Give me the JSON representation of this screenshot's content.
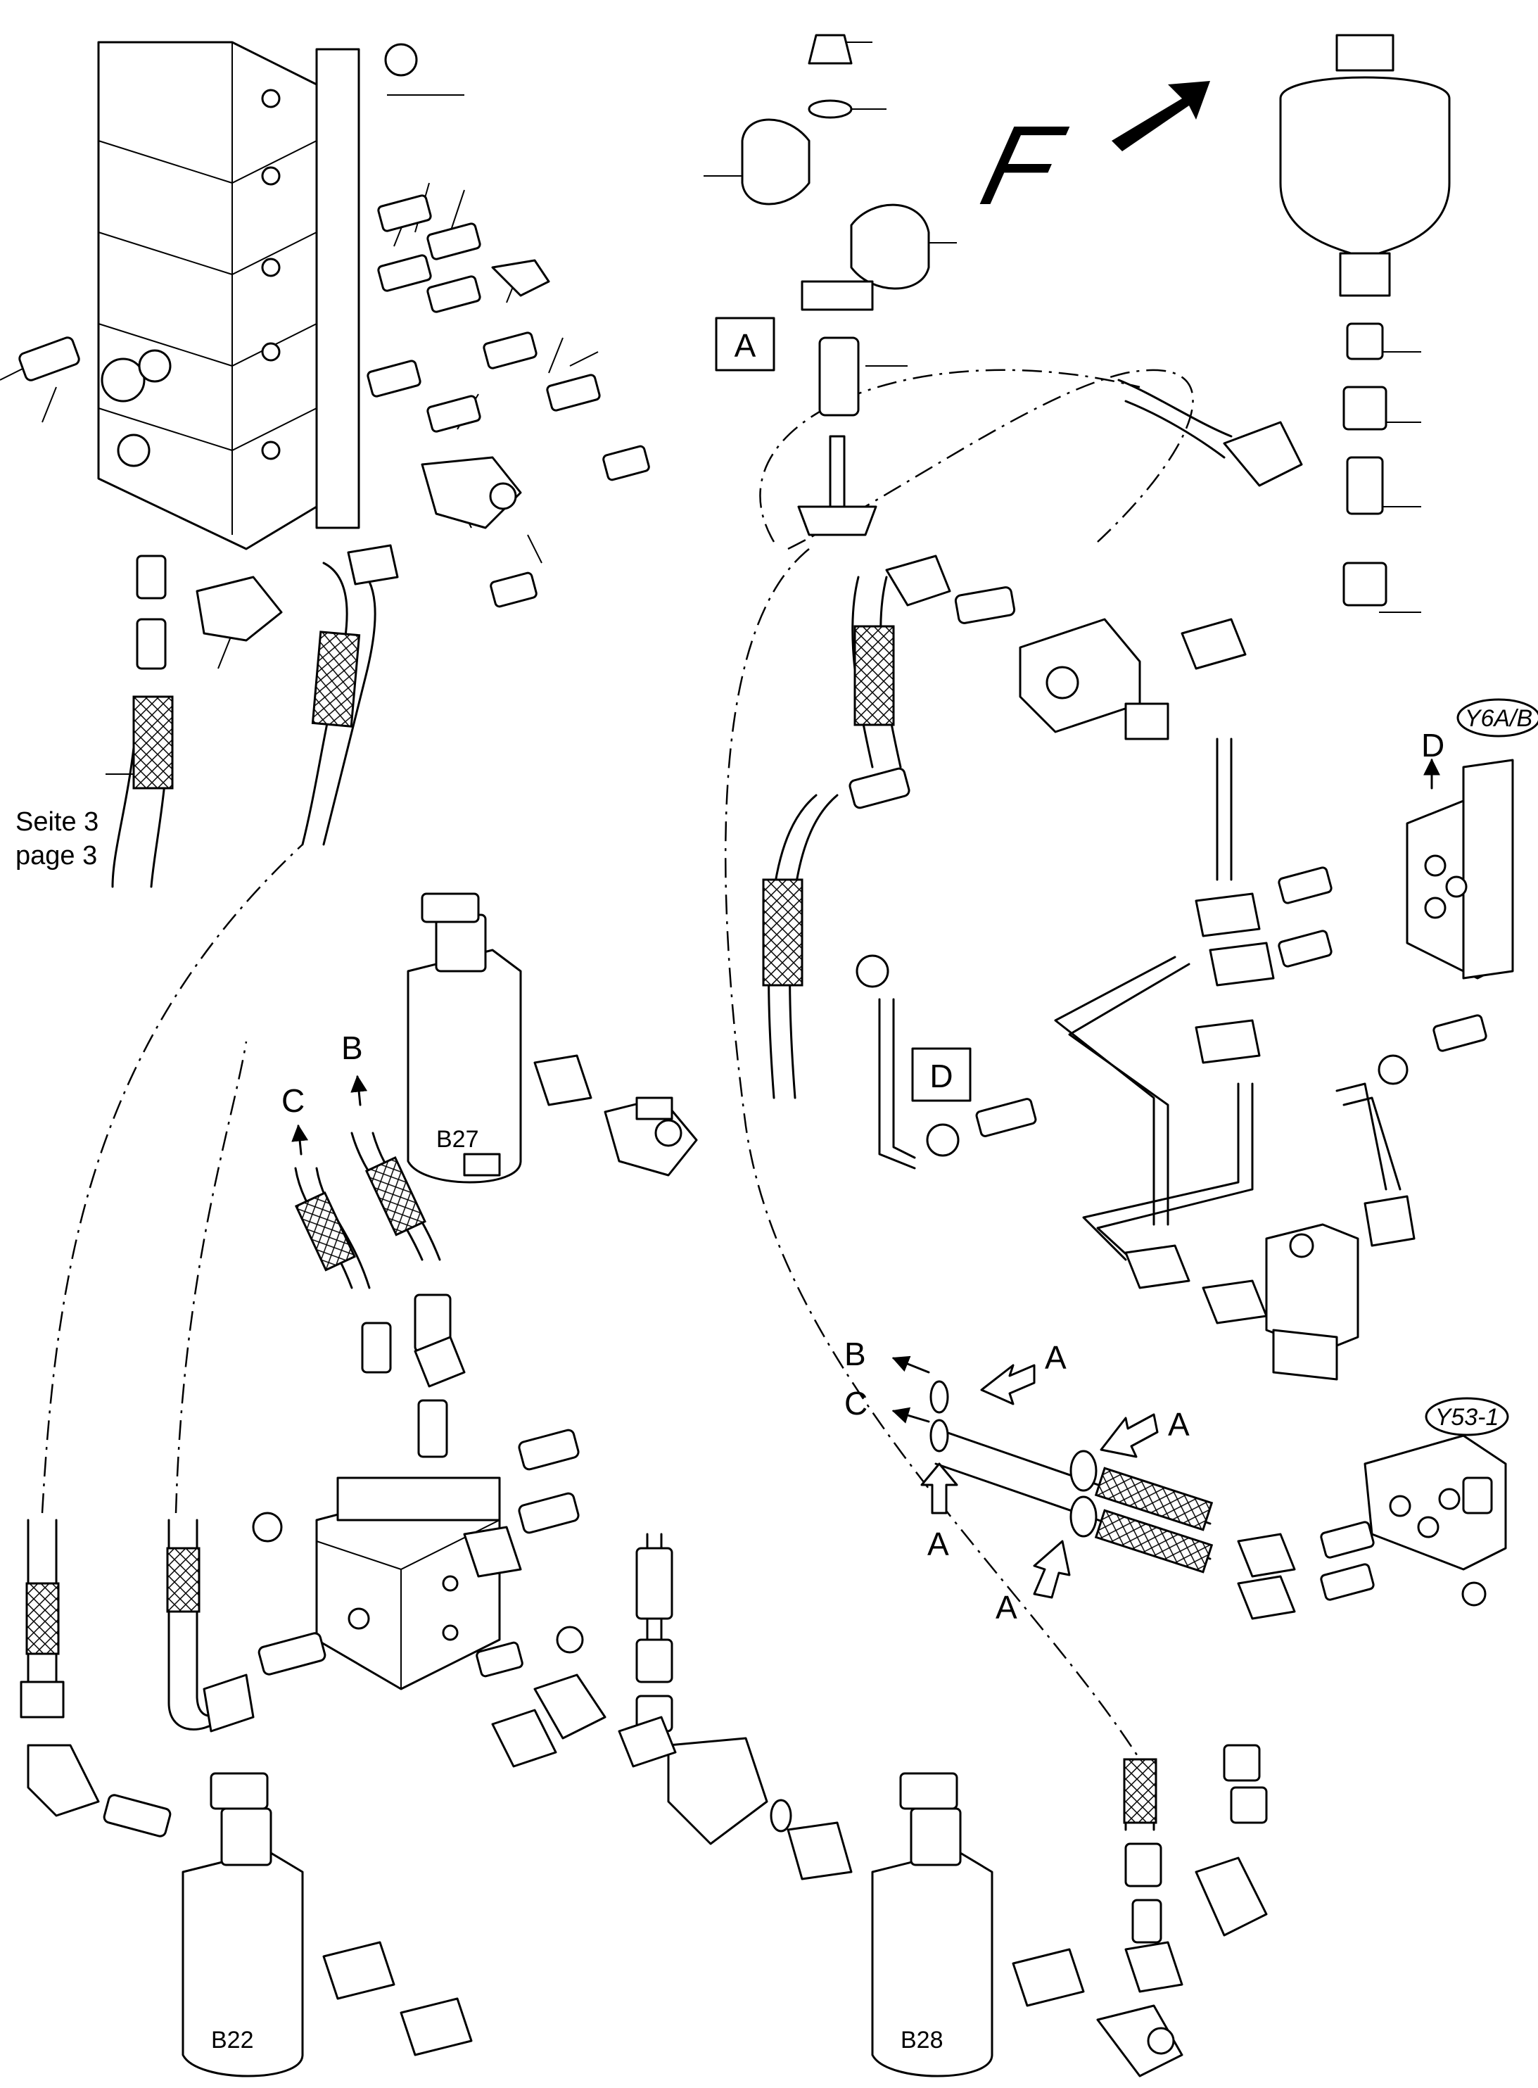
{
  "labels": {
    "seite": "Seite 3",
    "page": "page 3",
    "A_box": "A",
    "D_box": "D",
    "F": "F",
    "B": "B",
    "C": "C",
    "D": "D",
    "A": "A",
    "B27": "B27",
    "B22": "B22",
    "B28": "B28",
    "Y6AB": "Y6A/B",
    "Y53": "Y53-1"
  }
}
